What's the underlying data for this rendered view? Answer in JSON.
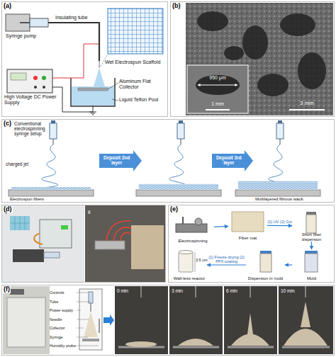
{
  "diagram": {
    "nodes": [
      {
        "text": [
          "(a)"
        ]
      },
      {
        "text": [
          "(b)"
        ]
      },
      {
        "text": [
          "(c)"
        ]
      },
      {
        "text": [
          "Deposit 2nd layer"
        ],
        "in": 2
      },
      {
        "text": [
          "Deposit 3rd layer"
        ],
        "in": 2
      },
      {
        "text": [
          "(d)"
        ]
      },
      {
        "text": [
          "(e)"
        ]
      },
      {
        "text": [
          "Electrospinning"
        ],
        "in": 6
      },
      {
        "text": [
          "Fiber mat"
        ],
        "in": 6
      },
      {
        "text": [
          "Short fiber dispersion"
        ],
        "in": 6
      },
      {
        "text": [
          "Mold"
        ],
        "in": 6
      },
      {
        "text": [
          "Dispersion in mold"
        ],
        "in": 6
      },
      {
        "text": [
          "Wall-less reactor"
        ],
        "in": 6
      },
      {
        "text": [
          "(f)"
        ]
      }
    ],
    "edges": [
      {
        "from": 7,
        "to": 8,
        "arrow": "to"
      },
      {
        "from": 8,
        "to": 9,
        "label": "(1) UV (2) Cut",
        "arrow": "to"
      },
      {
        "from": 9,
        "to": 10,
        "arrow": "to"
      },
      {
        "from": 10,
        "to": 11,
        "arrow": "to"
      },
      {
        "from": 11,
        "to": 12,
        "label": "(1) Freeze-drying (2) PPX-coating",
        "arrow": "to"
      }
    ],
    "labels": [
      "Syringe pump",
      "Insulating tube",
      "Wet Electrospun Scaffold",
      "High Voltage DC Power Supply",
      "Aluminum Flat Collector",
      "Liquid Teflon Pool",
      "950 μm",
      "1 mm",
      "3 mm",
      "Conventional electrospinning syringe setup",
      "charged jet",
      "Electrospun fibers",
      "Multilayered fibrous stack",
      "i",
      "ii",
      "3.5 cm",
      "Controls",
      "Tube",
      "Power supply",
      "Needle",
      "Collector",
      "Syringe",
      "Humidity probe",
      "0 min",
      "3 min",
      "6 min",
      "10 min"
    ]
  }
}
